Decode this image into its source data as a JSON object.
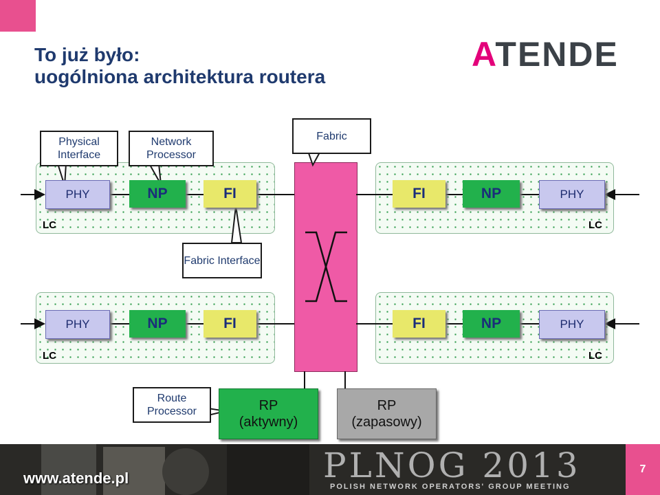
{
  "title": {
    "line1": "To już było:",
    "line2": "uogólniona architektura routera"
  },
  "brand": {
    "a": "A",
    "rest": "TENDE"
  },
  "callouts": {
    "physical_interface": "Physical Interface",
    "network_processor": "Network Processor",
    "fabric": "Fabric",
    "fabric_interface": "Fabric Interface",
    "route_processor": "Route Processor"
  },
  "line_cards": [
    {
      "label": "LC",
      "blocks": [
        "PHY",
        "NP",
        "FI"
      ]
    },
    {
      "label": "LC",
      "blocks": [
        "FI",
        "NP",
        "PHY"
      ]
    },
    {
      "label": "LC",
      "blocks": [
        "PHY",
        "NP",
        "FI"
      ]
    },
    {
      "label": "LC",
      "blocks": [
        "FI",
        "NP",
        "PHY"
      ]
    }
  ],
  "route_processors": {
    "active": {
      "name": "RP",
      "state": "(aktywny)"
    },
    "backup": {
      "name": "RP",
      "state": "(zapasowy)"
    }
  },
  "footer": {
    "url": "www.atende.pl",
    "event": "PLNOG 2013",
    "event_sub": "POLISH NETWORK OPERATORS' GROUP MEETING",
    "page": "7"
  },
  "colors": {
    "accent": "#e8508f",
    "title": "#1f3a6e",
    "np": "#22b14c",
    "fi": "#e8e86a",
    "phy": "#c8c8ee",
    "fabric": "#ef5aa6"
  }
}
